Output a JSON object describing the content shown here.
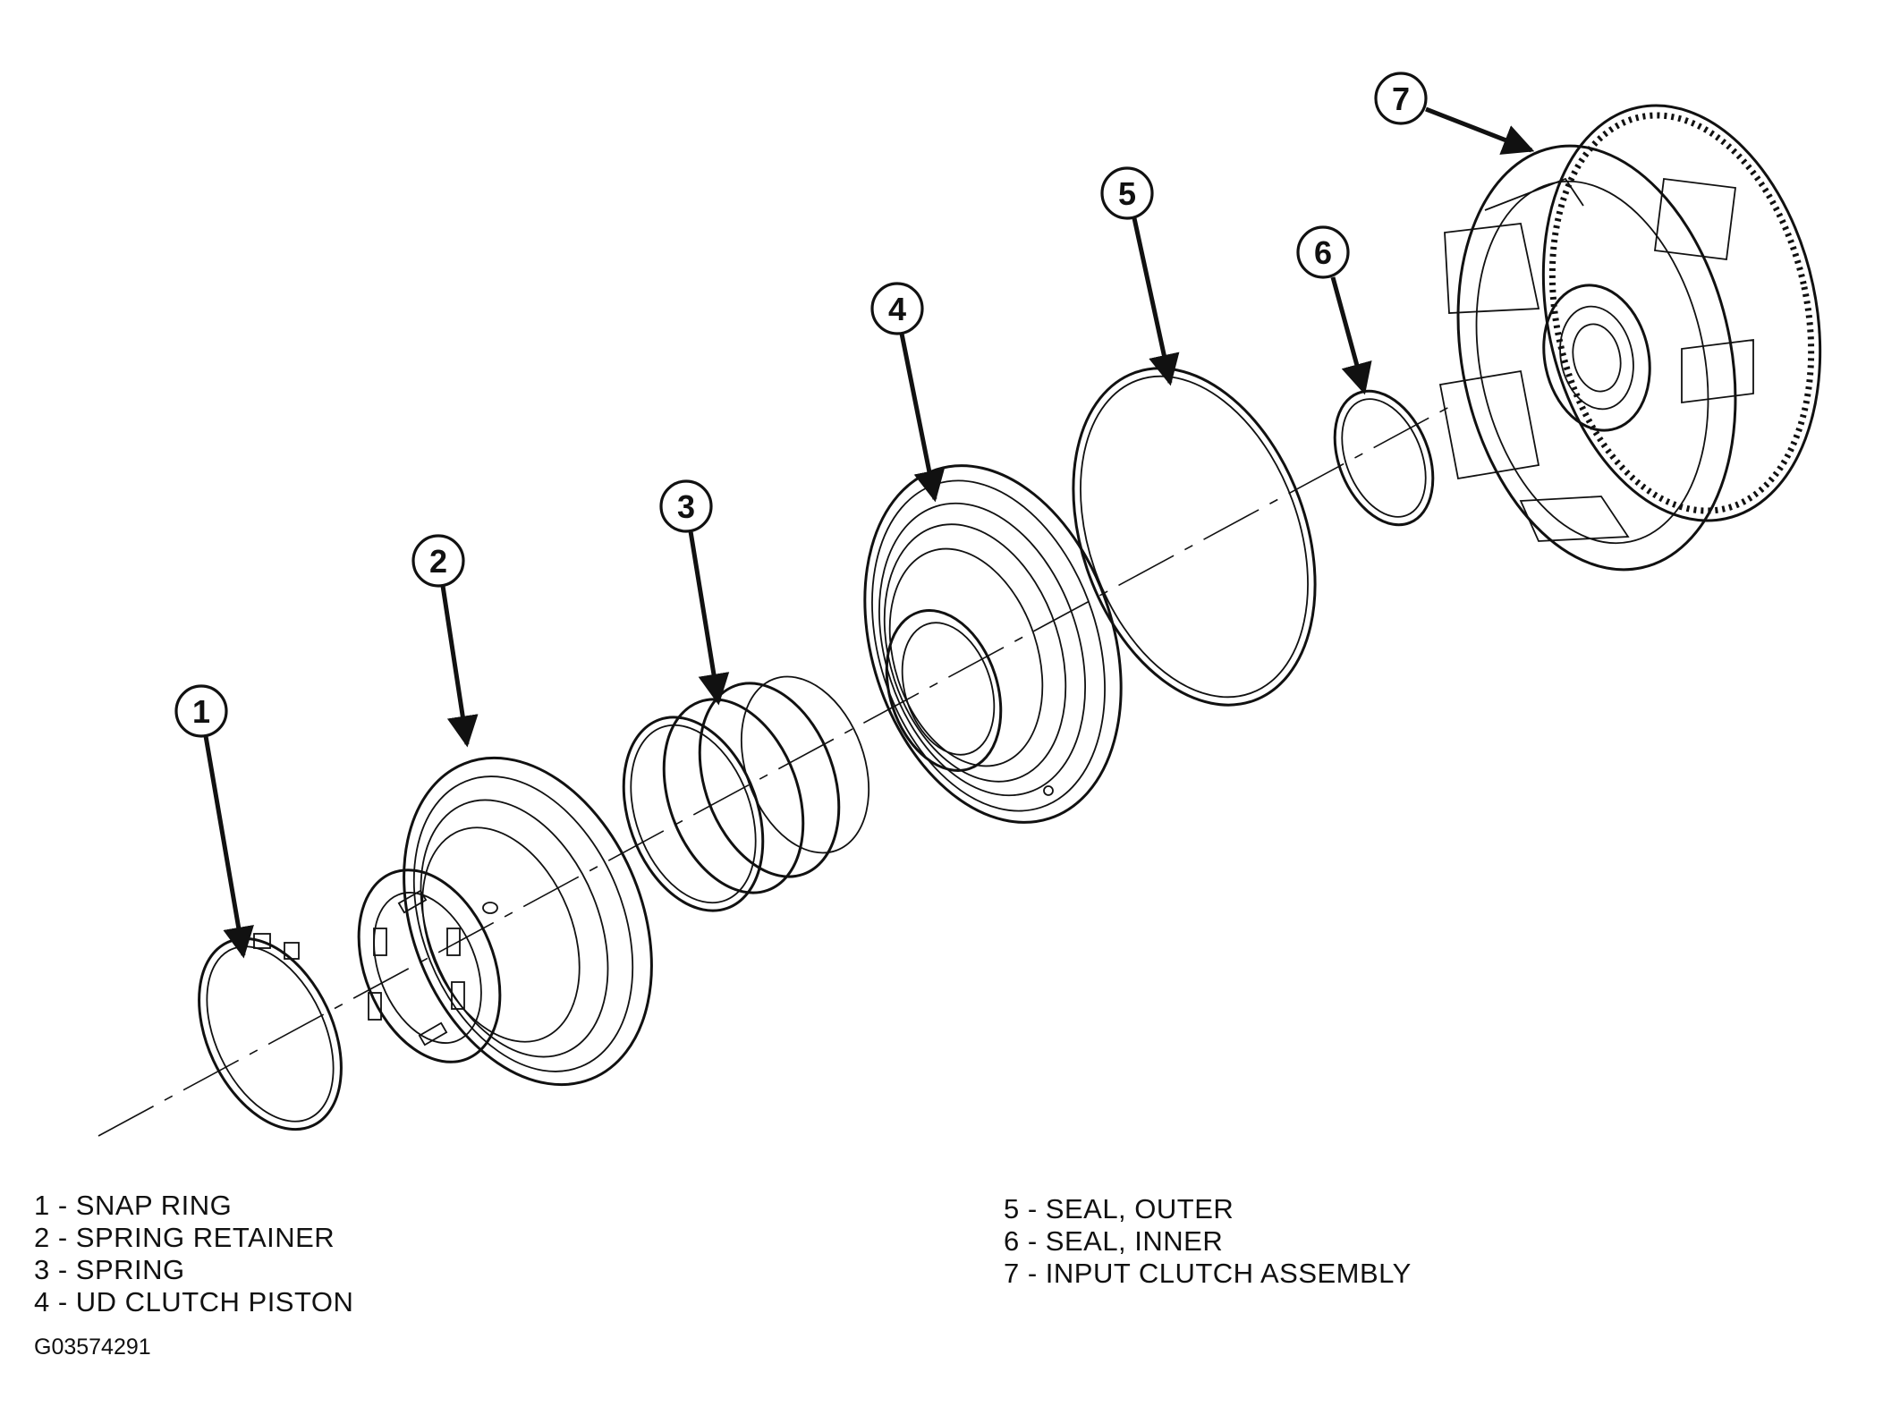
{
  "callouts": [
    {
      "num": "1"
    },
    {
      "num": "2"
    },
    {
      "num": "3"
    },
    {
      "num": "4"
    },
    {
      "num": "5"
    },
    {
      "num": "6"
    },
    {
      "num": "7"
    }
  ],
  "legend": {
    "left": [
      "1 - SNAP RING",
      "2 - SPRING RETAINER",
      "3 - SPRING",
      "4 - UD CLUTCH PISTON"
    ],
    "right": [
      "5 - SEAL, OUTER",
      "6 - SEAL, INNER",
      "7 - INPUT CLUTCH ASSEMBLY"
    ]
  },
  "figure_code": "G03574291"
}
